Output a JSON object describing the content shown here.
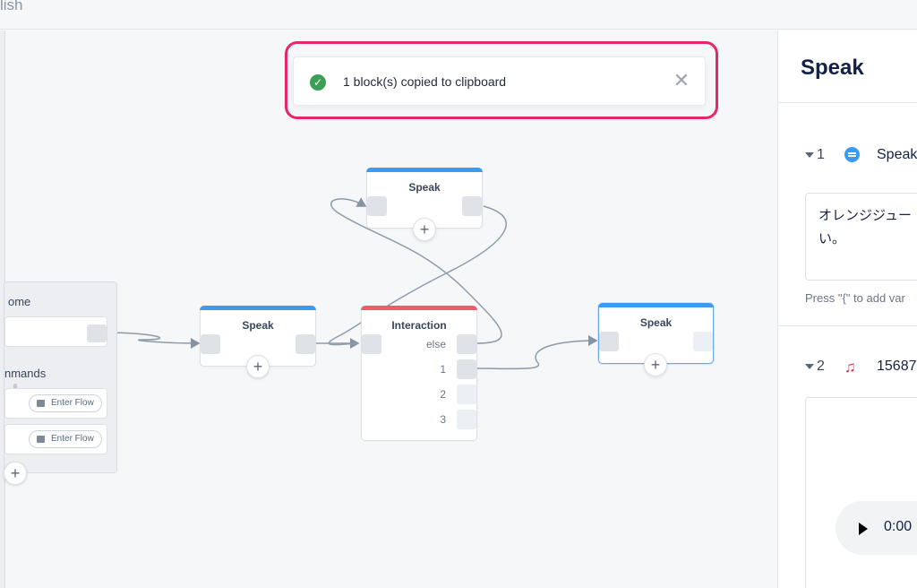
{
  "topbar": {
    "tab_fragment": "lish"
  },
  "canvas": {
    "home_panel": {
      "header": "ome",
      "commands_header": "nmands",
      "enter_flow_1": "Enter Flow",
      "enter_flow_2": "Enter Flow",
      "add_symbol": "+"
    },
    "blocks": {
      "speak_left": {
        "title": "Speak",
        "add_symbol": "+"
      },
      "speak_top": {
        "title": "Speak",
        "add_symbol": "+"
      },
      "interaction": {
        "title": "Interaction",
        "choices": [
          "else",
          "1",
          "2",
          "3"
        ]
      },
      "speak_right": {
        "title": "Speak",
        "add_symbol": "+"
      }
    },
    "toast": {
      "message": "1 block(s) copied to clipboard",
      "check_symbol": "✓",
      "close_symbol": "✕",
      "highlight_color": "#e8266b"
    }
  },
  "side_panel": {
    "title": "Speak",
    "step1": {
      "number": "1",
      "icon": "speech-bubble-icon",
      "label": "Speak"
    },
    "text_content": "オレンジジュー\nい。",
    "hint": "Press \"{\" to add var",
    "step2": {
      "number": "2",
      "icon": "music-note-icon",
      "label": "15687"
    },
    "music_symbol": "♫",
    "player_time": "0:00"
  },
  "colors": {
    "speak_bar": "#3a9bf1",
    "interaction_bar": "#f05a6a",
    "success": "#3ba055"
  }
}
